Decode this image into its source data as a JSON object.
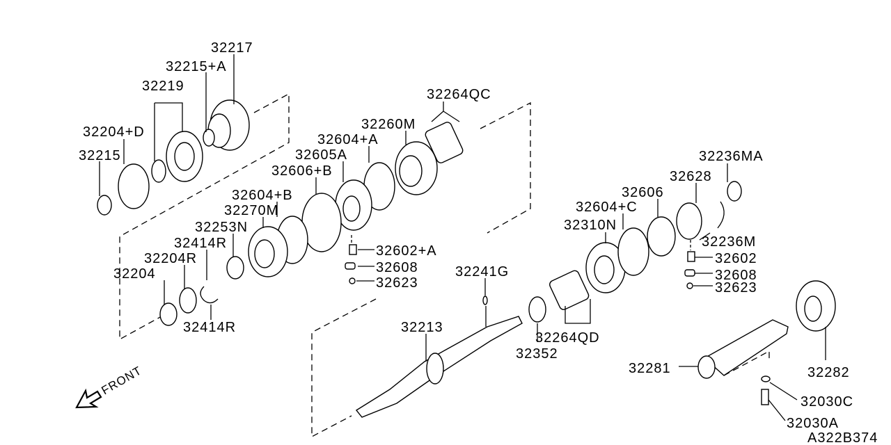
{
  "diagram": {
    "code": "A322B374",
    "front_label": "FRONT",
    "parts": {
      "p32217": "32217",
      "p32215A": "32215+A",
      "p32219": "32219",
      "p32204D": "32204+D",
      "p32215": "32215",
      "p32264QC": "32264QC",
      "p32260M": "32260M",
      "p32604A": "32604+A",
      "p32605A": "32605A",
      "p32606B": "32606+B",
      "p32604B": "32604+B",
      "p32270M": "32270M",
      "p32253N": "32253N",
      "p32414R_a": "32414R",
      "p32204R": "32204R",
      "p32204": "32204",
      "p32414R_b": "32414R",
      "p32602A": "32602+A",
      "p32608_a": "32608",
      "p32623_a": "32623",
      "p32241G": "32241G",
      "p32213": "32213",
      "p32352": "32352",
      "p32264QD": "32264QD",
      "p32236MA": "32236MA",
      "p32628": "32628",
      "p32606": "32606",
      "p32604C": "32604+C",
      "p32310N": "32310N",
      "p32236M": "32236M",
      "p32602": "32602",
      "p32608_b": "32608",
      "p32623_b": "32623",
      "p32281": "32281",
      "p32282": "32282",
      "p32030C": "32030C",
      "p32030A": "32030A"
    }
  }
}
